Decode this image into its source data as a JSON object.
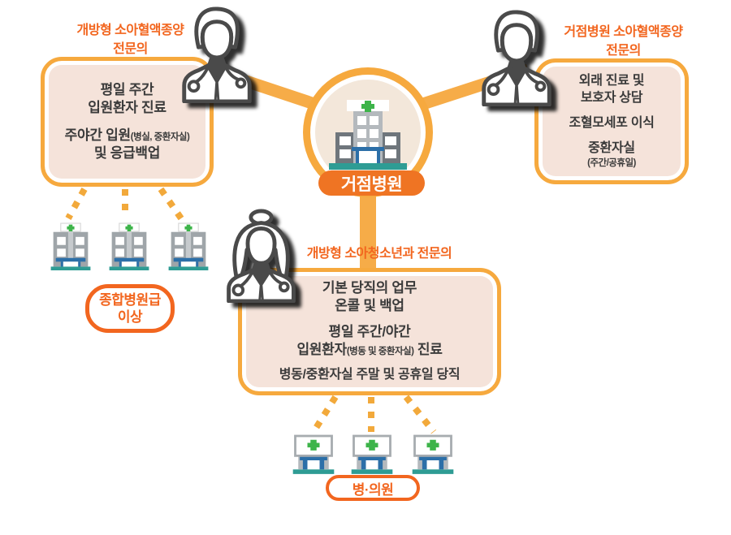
{
  "palette": {
    "orange_border": "#F6A93E",
    "orange_text": "#F2661F",
    "pill_bg": "#EF7423",
    "panel_fill": "#F5E3DA",
    "circle_fill": "#F3E7DA",
    "dark_text": "#3B3B3B",
    "connector": "#F6AC48",
    "dashed_line": "#F2A93B",
    "cross_green": "#3DB44A",
    "base_teal": "#2E9C94",
    "building_gray": "#9FA5A9",
    "building_light": "#C6CACD",
    "wing_gray": "#6F767C",
    "tower_gray": "#B4B9BD",
    "canopy_blue": "#2C6FA8",
    "icon_stroke": "#4A4A4A"
  },
  "hub": {
    "label": "거점병원"
  },
  "sections": {
    "top_left": {
      "title_line1": "개방형 소아혈액종양",
      "title_line2": "전문의",
      "item1_line1": "평일 주간",
      "item1_line2": "입원환자 진료",
      "item2_main": "주야간 입원",
      "item2_small": "(병실, 중환자실)",
      "item2_line2": "및 응급백업"
    },
    "top_right": {
      "title_line1": "거점병원 소아혈액종양",
      "title_line2": "전문의",
      "item1_line1": "외래 진료 및",
      "item1_line2": "보호자 상담",
      "item2": "조혈모세포 이식",
      "item3_main": "중환자실",
      "item3_small": "(주간/공휴일)"
    },
    "bottom": {
      "title": "개방형 소아청소년과 전문의",
      "item1_line1": "기본 당직의 업무",
      "item1_line2": "온콜 및 백업",
      "item2_line1": "평일 주간/야간",
      "item2_main": "입원환자",
      "item2_small": "(병동 및 중환자실)",
      "item2_tail": " 진료",
      "item3": "병동/중환자실 주말 및 공휴일 당직"
    }
  },
  "group_labels": {
    "hospitals_line1": "종합병원급",
    "hospitals_line2": "이상",
    "clinics": "병·의원"
  },
  "icons": {
    "hub": "hospital-building-icon",
    "top_left_doctor": "male-doctor-icon",
    "top_right_doctor": "male-doctor-icon",
    "bottom_doctor": "female-doctor-icon",
    "hospital_group": "general-hospital-icon",
    "clinic_group": "clinic-icon",
    "cross": "green-cross-icon"
  }
}
